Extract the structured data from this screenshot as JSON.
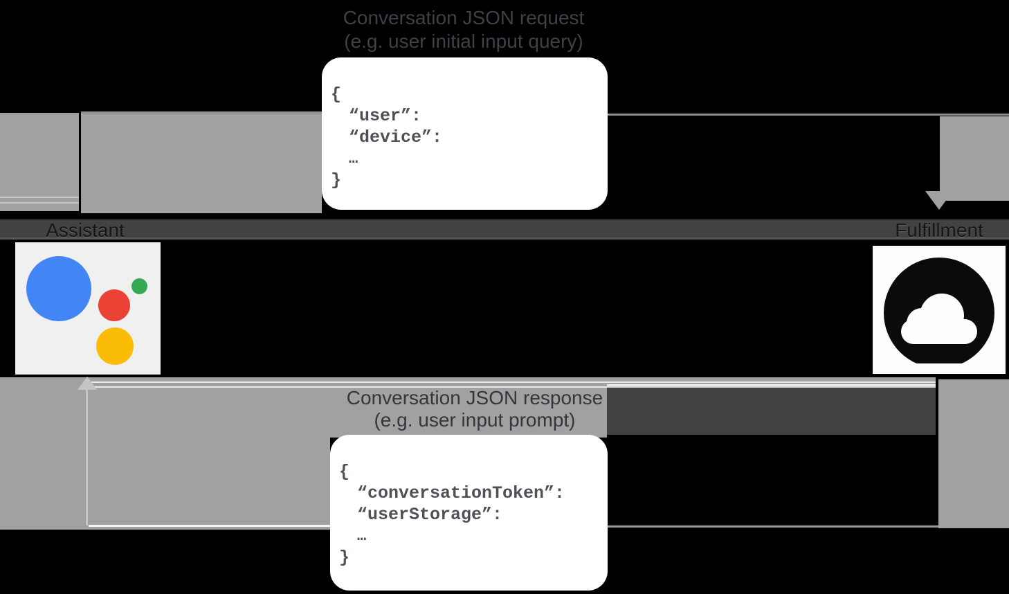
{
  "request": {
    "label_line1": "Conversation JSON request",
    "label_line2": "(e.g. user initial input query)",
    "code": {
      "brace_open": "{",
      "key1": "“user”:",
      "key2": "“device”:",
      "ellipsis": "…",
      "brace_close": "}"
    }
  },
  "actors": {
    "assistant_label": "Assistant",
    "fulfillment_label": "Fulfillment"
  },
  "response": {
    "label_line1": "Conversation JSON response",
    "label_line2": "(e.g. user input prompt)",
    "code": {
      "brace_open": "{",
      "key1": "“conversationToken”:",
      "key2": "“userStorage”:",
      "ellipsis": "…",
      "brace_close": "}"
    }
  },
  "colors": {
    "background": "#000000",
    "flow_gray": "#A1A1A1",
    "band_dark": "#424242",
    "bubble_white": "#FFFFFF",
    "logo_blue": "#4285F4",
    "logo_red": "#EA4335",
    "logo_yellow": "#FBBC05",
    "logo_green": "#34A853"
  }
}
